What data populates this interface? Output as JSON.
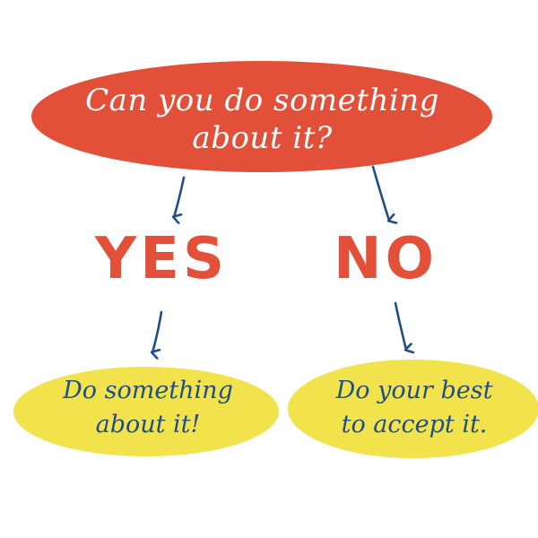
{
  "question": {
    "line1": "Can you do something",
    "line2": "about it?",
    "fill": "#e2503a",
    "text_color": "#ffffff"
  },
  "branches": {
    "yes": {
      "label": "YES",
      "outcome_line1": "Do something",
      "outcome_line2": "about it!"
    },
    "no": {
      "label": "NO",
      "outcome_line1": "Do your best",
      "outcome_line2": "to accept it."
    }
  },
  "colors": {
    "answer_text": "#e2503a",
    "outcome_fill": "#f2e24c",
    "outcome_text": "#1f4f86",
    "arrow": "#1f4f86"
  }
}
